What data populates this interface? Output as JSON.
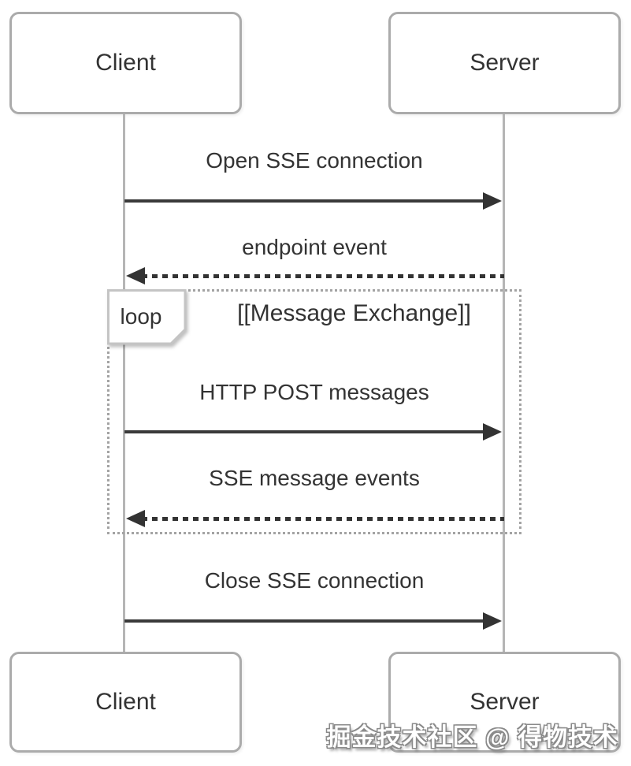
{
  "diagram": {
    "type": "sequence",
    "actors": {
      "client": "Client",
      "server": "Server"
    },
    "messages": [
      {
        "label": "Open SSE connection",
        "from": "Client",
        "to": "Server",
        "style": "solid",
        "direction": "right"
      },
      {
        "label": "endpoint event",
        "from": "Server",
        "to": "Client",
        "style": "dotted",
        "direction": "left"
      },
      {
        "label": "HTTP POST messages",
        "from": "Client",
        "to": "Server",
        "style": "solid",
        "direction": "right",
        "inside_loop": true
      },
      {
        "label": "SSE message events",
        "from": "Server",
        "to": "Client",
        "style": "dotted",
        "direction": "left",
        "inside_loop": true
      },
      {
        "label": "Close SSE connection",
        "from": "Client",
        "to": "Server",
        "style": "solid",
        "direction": "right"
      }
    ],
    "loop": {
      "operator": "loop",
      "title": "[[Message Exchange]]"
    },
    "watermark": "掘金技术社区 @ 得物技术",
    "colors": {
      "background": "#ffffff",
      "actor_border": "#ababab",
      "lifeline": "#b5b5b5",
      "arrow": "#333333",
      "loop_border": "#a3a3a3",
      "text": "#333333",
      "watermark_fill": "#ffffff",
      "watermark_outline": "#8a8a8a"
    }
  }
}
